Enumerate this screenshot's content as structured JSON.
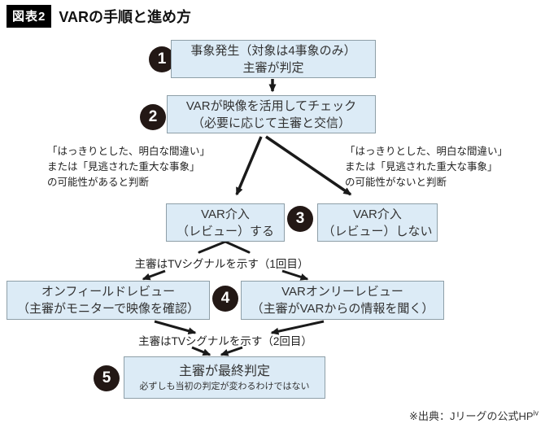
{
  "header": {
    "badge": "図表2",
    "title": "VARの手順と進め方"
  },
  "steps": {
    "s1": {
      "num": "1",
      "lines": [
        "事象発生（対象は4事象のみ）",
        "主審が判定"
      ]
    },
    "s2": {
      "num": "2",
      "lines": [
        "VARが映像を活用してチェック",
        "（必要に応じて主審と交信）"
      ]
    },
    "s3": {
      "num": "3",
      "review_yes": {
        "lines": [
          "VAR介入",
          "（レビュー）する"
        ]
      },
      "review_no": {
        "lines": [
          "VAR介入",
          "（レビュー）しない"
        ]
      }
    },
    "s4": {
      "num": "4",
      "onfield": {
        "lines": [
          "オンフィールドレビュー",
          "（主審がモニターで映像を確認）"
        ]
      },
      "var_only": {
        "lines": [
          "VARオンリーレビュー",
          "（主審がVARからの情報を聞く）"
        ]
      }
    },
    "s5": {
      "num": "5",
      "title": "主審が最終判定",
      "note": "必ずしも当初の判定が変わるわけではない"
    }
  },
  "notes": {
    "left": {
      "lines": [
        "「はっきりとした、明白な間違い」",
        "または「見逃された重大な事象」",
        "の可能性があると判断"
      ]
    },
    "right": {
      "lines": [
        "「はっきりとした、明白な間違い」",
        "または「見逃された重大な事象」",
        "の可能性がないと判断"
      ]
    }
  },
  "labels": {
    "tv_signal_1": "主審はTVシグナルを示す（1回目）",
    "tv_signal_2": "主審はTVシグナルを示す（2回目）"
  },
  "footer": {
    "source": "※出典：Jリーグの公式HP",
    "citation_mark": "iv"
  },
  "colors": {
    "box_fill": "#dcebf6",
    "box_border": "#8e9fa8",
    "step_circle": "#231815",
    "arrow": "#1a1a1a",
    "badge_bg": "#000000",
    "badge_text": "#ffffff"
  }
}
